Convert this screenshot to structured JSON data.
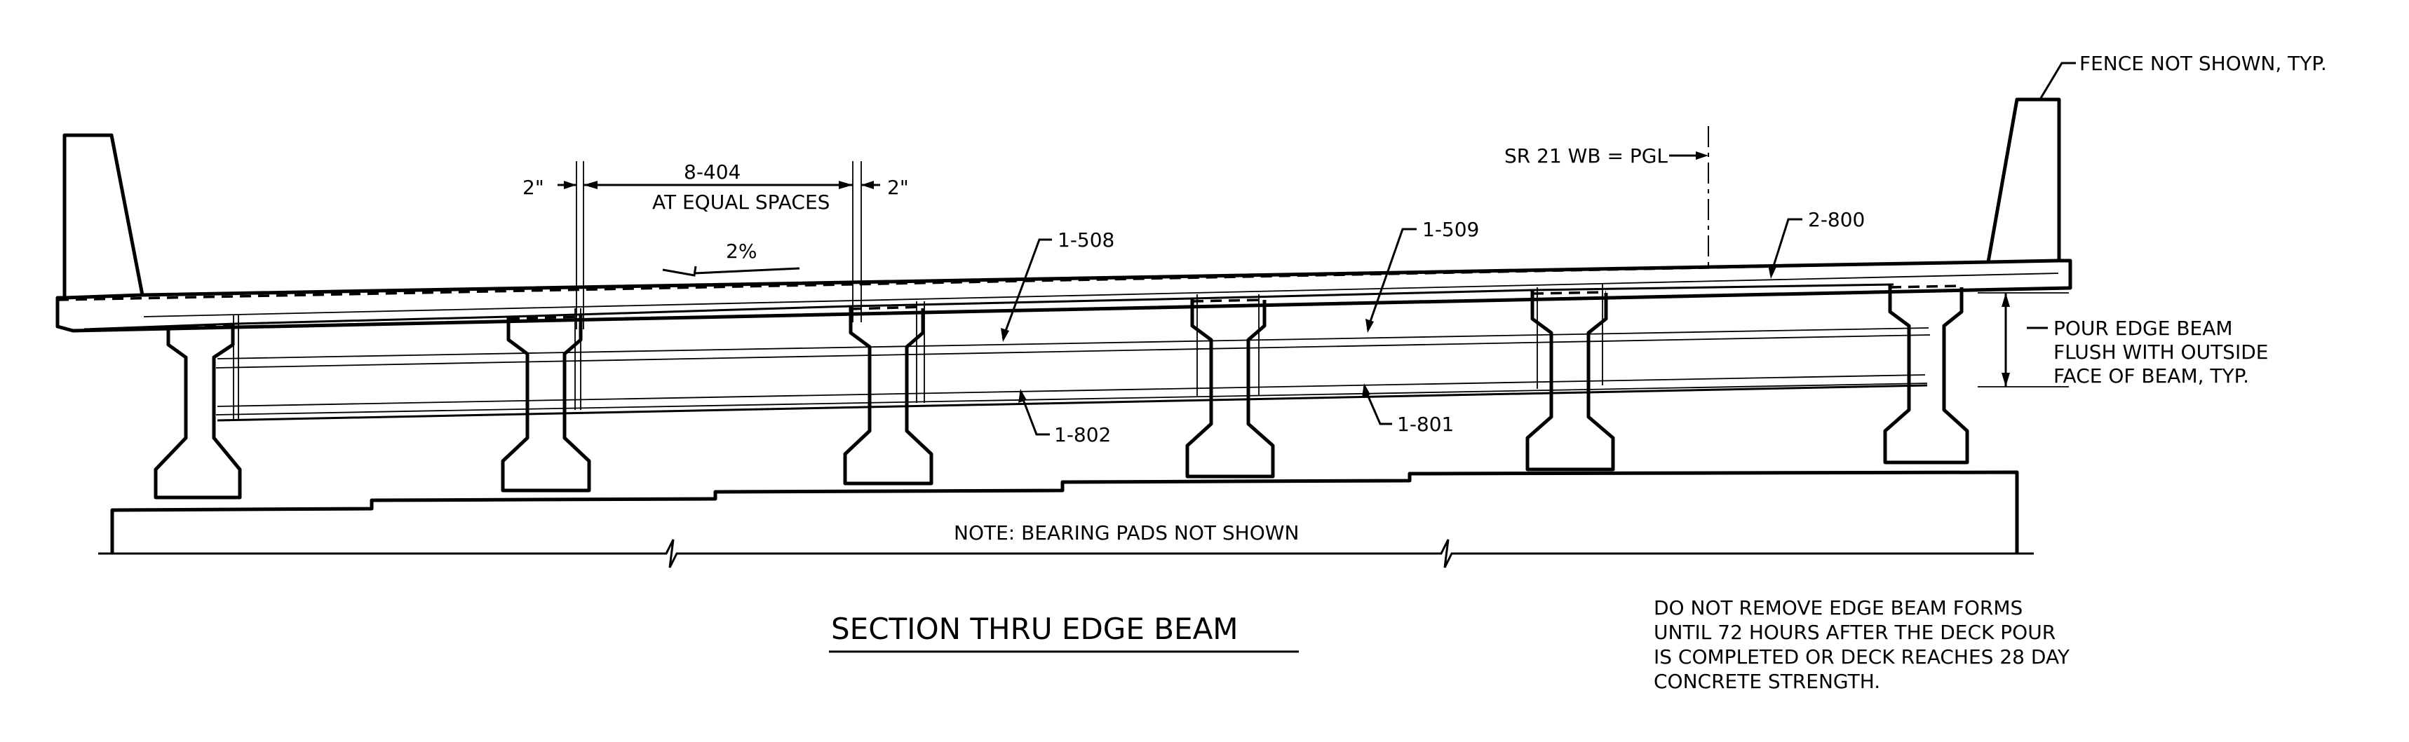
{
  "labels": {
    "fence": "FENCE NOT SHOWN, TYP.",
    "pgl": "SR 21 WB = PGL",
    "spacing": "8-404",
    "equal_spaces": "AT EQUAL SPACES",
    "two_in_left": "2\"",
    "two_in_right": "2\"",
    "slope": "2%",
    "bar_1_508": "1-508",
    "bar_1_509": "1-509",
    "bar_2_800": "2-800",
    "bar_1_802": "1-802",
    "bar_1_801": "1-801",
    "pour_line1": "POUR EDGE BEAM",
    "pour_line2": "FLUSH WITH OUTSIDE",
    "pour_line3": "FACE OF BEAM, TYP.",
    "bearing_note": "NOTE: BEARING PADS NOT SHOWN"
  },
  "title": "SECTION THRU EDGE BEAM",
  "form_note": [
    "DO NOT REMOVE EDGE BEAM FORMS",
    "UNTIL 72 HOURS AFTER THE DECK POUR",
    "IS COMPLETED OR DECK REACHES 28 DAY",
    "CONCRETE STRENGTH."
  ]
}
